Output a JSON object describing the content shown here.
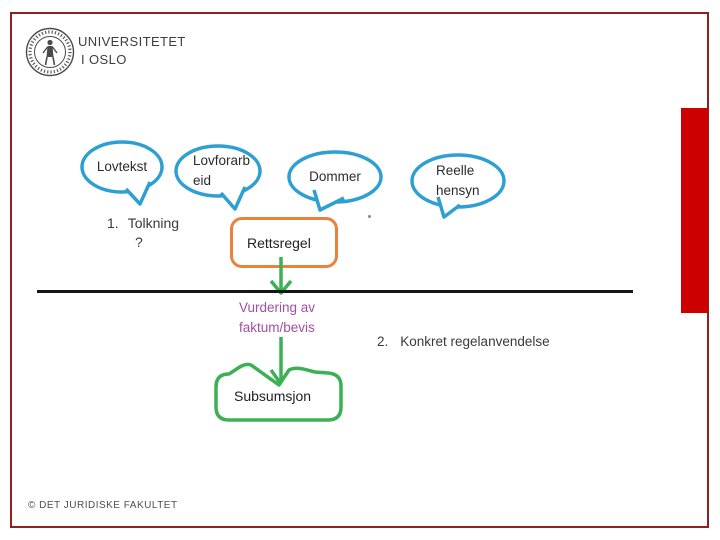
{
  "header": {
    "university_line1": "UNIVERSITETET",
    "university_line2": "I OSLO"
  },
  "footer": {
    "copyright": "© DET JURIDISKE FAKULTET"
  },
  "diagram": {
    "sources": [
      {
        "label_lines": [
          "Lovtekst",
          ""
        ]
      },
      {
        "label_lines": [
          "Lovforarb",
          "eid"
        ]
      },
      {
        "label_lines": [
          "Dommer",
          ""
        ]
      },
      {
        "label_lines": [
          "Reelle",
          "hensyn"
        ]
      }
    ],
    "step1": {
      "number": "1.",
      "label": "Tolkning",
      "question_mark": "?"
    },
    "step2": {
      "number": "2.",
      "label": "Konkret regelanvendelse"
    },
    "rettsregel_label": "Rettsregel",
    "vurdering_lines": [
      "Vurdering av",
      "faktum/bevis"
    ],
    "subsumsjon_label": "Subsumsjon"
  },
  "colors": {
    "bubble_blue": "#2E9FD3",
    "rule_box_orange": "#E8823C",
    "arrow_green": "#3CB054",
    "assessment_purple": "#A24FA2",
    "accent_bar_red": "#CC0000",
    "frame_maroon": "#8E2222"
  },
  "icons": {
    "logo": "university-of-oslo-seal"
  }
}
